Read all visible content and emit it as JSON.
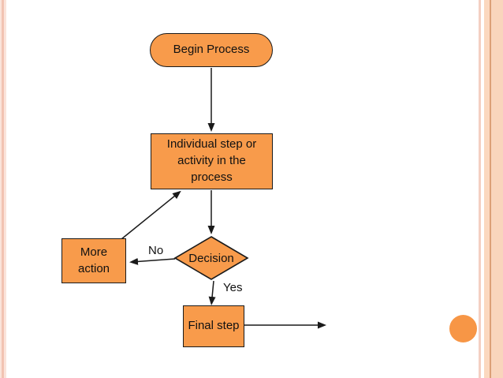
{
  "slide": {
    "background_color": "#ffffff",
    "shape_fill_color": "#f89b4b",
    "shape_border_color": "#1a1a1a",
    "stripe_left_color": "#f2c3b2",
    "stripe_right_pink_color": "#f4cfc2",
    "stripe_right_peach_color": "#fbd8bf",
    "stripe_right_accent_line_color": "#dca077",
    "circle_color": "#f79646"
  },
  "flowchart": {
    "nodes": [
      {
        "id": "begin",
        "type": "terminator",
        "label": "Begin Process"
      },
      {
        "id": "step",
        "type": "process",
        "label": "Individual step or activity in the process"
      },
      {
        "id": "decision",
        "type": "decision",
        "label": "Decision"
      },
      {
        "id": "more-action",
        "type": "process",
        "label": "More action"
      },
      {
        "id": "final-step",
        "type": "process",
        "label": "Final step"
      }
    ],
    "edges": [
      {
        "from": "begin",
        "to": "step",
        "label": ""
      },
      {
        "from": "step",
        "to": "decision",
        "label": ""
      },
      {
        "from": "decision",
        "to": "more-action",
        "label": "No"
      },
      {
        "from": "more-action",
        "to": "step",
        "label": ""
      },
      {
        "from": "decision",
        "to": "final-step",
        "label": "Yes"
      },
      {
        "from": "final-step",
        "to": "exit-right",
        "label": ""
      }
    ],
    "edge_labels": {
      "no": "No",
      "yes": "Yes"
    }
  }
}
